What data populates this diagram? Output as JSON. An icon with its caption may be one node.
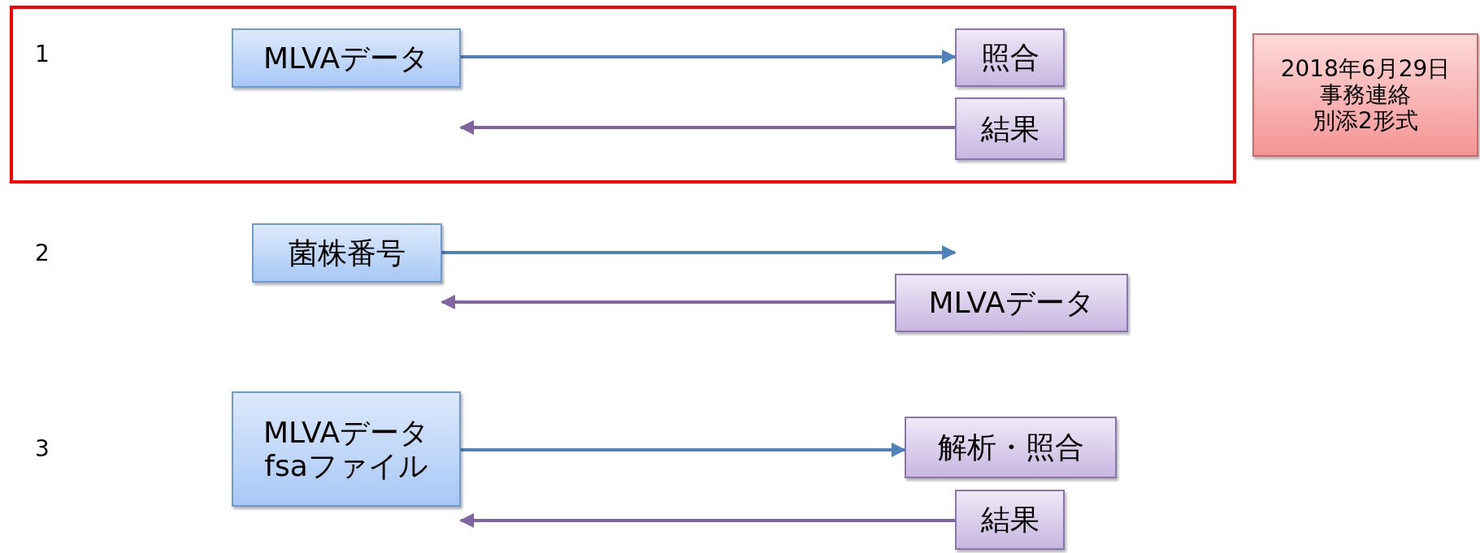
{
  "diagram": {
    "nodes": [
      {
        "text": [],
        "shape": "box"
      },
      {
        "text": [
          "MLVAデータ"
        ],
        "in": 0
      },
      {
        "text": [
          "照合"
        ],
        "in": 0
      },
      {
        "text": [
          "結果"
        ],
        "in": 0
      },
      {
        "text": [
          "2018年6月29日事務連絡別添2形式"
        ]
      },
      {
        "text": [
          "菌株番号"
        ]
      },
      {
        "text": [
          "MLVAデータ"
        ]
      },
      {
        "text": [
          "MLVAデータ fsaファイル"
        ]
      },
      {
        "text": [
          "解析・照合"
        ]
      },
      {
        "text": [
          "結果"
        ]
      }
    ],
    "edges": [
      {
        "from": 1,
        "to": 2,
        "arrow": "to",
        "color": "#4f81bd"
      },
      {
        "from": 3,
        "to": 1,
        "arrow": "to",
        "color": "#8064a2"
      },
      {
        "from": 5,
        "to": 6,
        "arrow": "to",
        "color": "#4f81bd"
      },
      {
        "from": 6,
        "to": 5,
        "arrow": "to",
        "color": "#8064a2"
      },
      {
        "from": 7,
        "to": 8,
        "arrow": "to",
        "color": "#4f81bd"
      },
      {
        "from": 9,
        "to": 7,
        "arrow": "to",
        "color": "#8064a2"
      }
    ],
    "labels": [
      "1",
      "2",
      "3"
    ]
  }
}
